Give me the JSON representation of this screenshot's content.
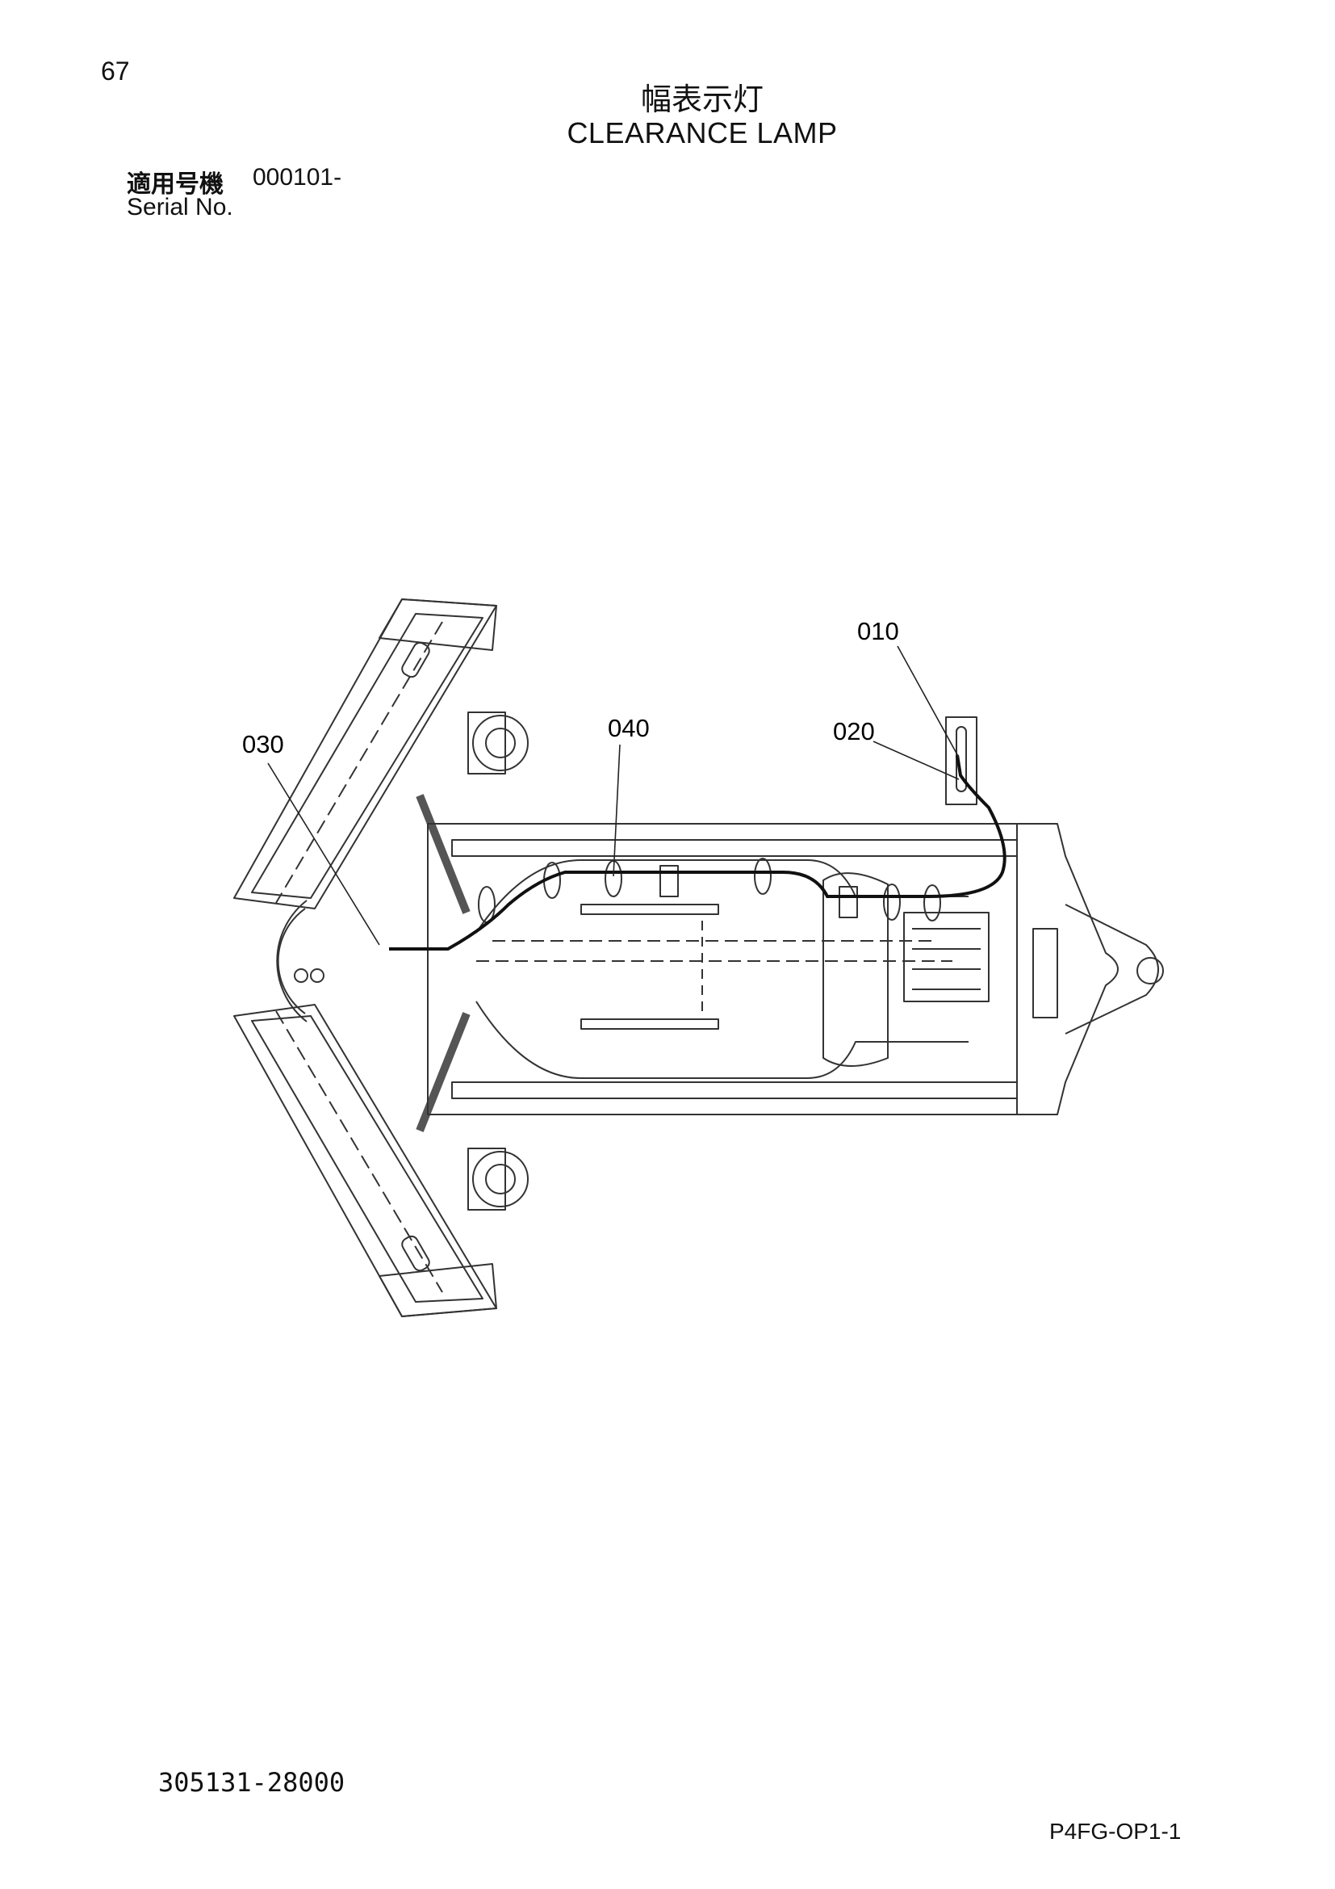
{
  "page_number": "67",
  "title_jp": "幅表示灯",
  "title_en": "CLEARANCE LAMP",
  "serial": {
    "label_jp": "適用号機",
    "value": "000101-",
    "label_en": "Serial No."
  },
  "callouts": {
    "c010": "010",
    "c020": "020",
    "c030": "030",
    "c040": "040"
  },
  "drawing_number": "305131-28000",
  "page_code": "P4FG-OP1-1"
}
